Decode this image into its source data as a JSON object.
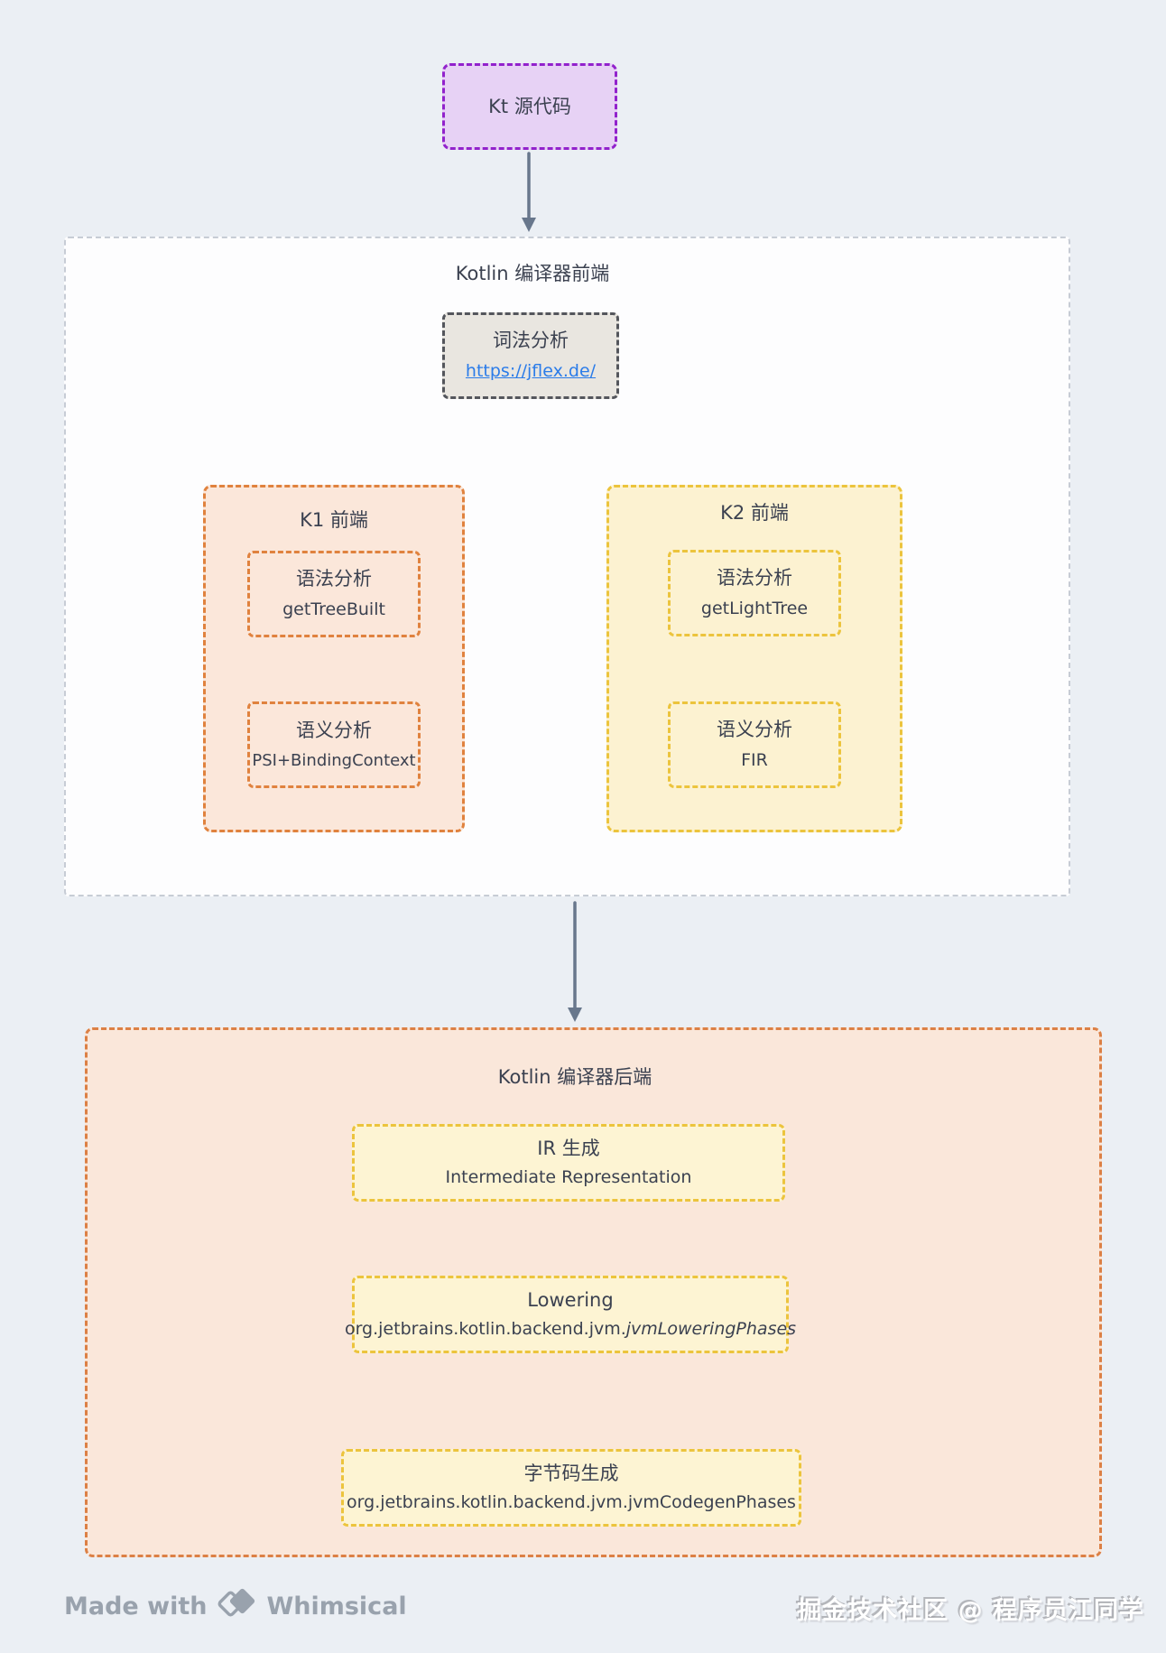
{
  "nodes": {
    "source": {
      "label": "Kt 源代码"
    },
    "frontend": {
      "title": "Kotlin 编译器前端",
      "lexer": {
        "title": "词法分析",
        "link": "https://jflex.de/"
      },
      "k1": {
        "title": "K1 前端",
        "syntax": {
          "line1": "语法分析",
          "line2": "getTreeBuilt"
        },
        "semantic": {
          "line1": "语义分析",
          "line2": "PSI+BindingContext"
        }
      },
      "k2": {
        "title": "K2 前端",
        "syntax": {
          "line1": "语法分析",
          "line2": "getLightTree"
        },
        "semantic": {
          "line1": "语义分析",
          "line2": "FIR"
        }
      }
    },
    "backend": {
      "title": "Kotlin 编译器后端",
      "ir": {
        "line1": "IR 生成",
        "line2": "Intermediate Representation"
      },
      "lowering": {
        "line1": "Lowering",
        "line2_prefix": "org.jetbrains.kotlin.backend.jvm.",
        "line2_italic": "jvmLoweringPhases"
      },
      "bytecode": {
        "line1": "字节码生成",
        "line2": "org.jetbrains.kotlin.backend.jvm.jvmCodegenPhases"
      }
    }
  },
  "footer": {
    "made_with": "Made with",
    "brand": "Whimsical",
    "watermark": "掘金技术社区 @ 程序员江同学"
  },
  "colors": {
    "background": "#ebeff4",
    "source_fill": "#e7d2f5",
    "source_border": "#9222cc",
    "frontend_fill": "#fdfdfe",
    "frontend_border": "#c7ccd5",
    "lexer_fill": "#e9e6e0",
    "lexer_border": "#54565c",
    "k1_fill": "#fbe7da",
    "k1_border": "#e0823e",
    "k2_fill": "#fcf2d1",
    "k2_border": "#ecc43d",
    "backend_fill": "#fae7da",
    "backend_border": "#dc8045",
    "inner_yellow_fill": "#fdf4d3",
    "link": "#2b7ce9",
    "arrow": "#68778c",
    "text": "#3b4150",
    "footer_gray": "#99a2ad"
  }
}
